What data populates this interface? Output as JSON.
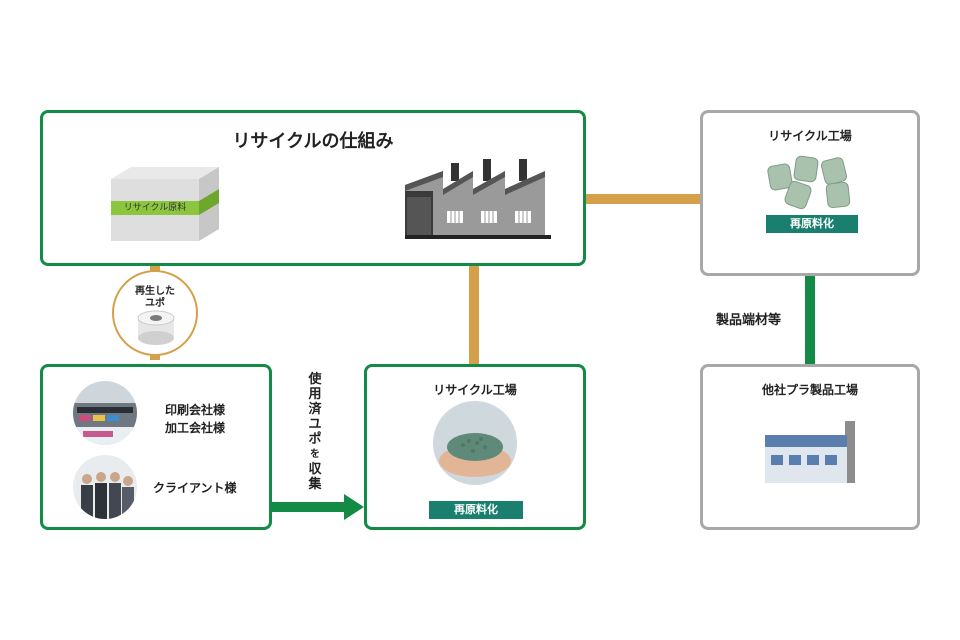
{
  "main_box": {
    "title": "リサイクルの仕組み",
    "material_label": "リサイクル原料"
  },
  "factory_top_right": {
    "title": "リサイクル工場",
    "badge": "再原料化"
  },
  "scrap_label": "製品端材等",
  "other_factory": {
    "title": "他社プラ製品工場"
  },
  "recycled_yupo": {
    "label_line1": "再生した",
    "label_line2": "ユポ"
  },
  "customers": {
    "printers_line1": "印刷会社様",
    "printers_line2": "加工会社様",
    "clients": "クライアント様"
  },
  "collect_label": [
    "使",
    "用",
    "済",
    "ユ",
    "ポ",
    "を",
    "収",
    "集"
  ],
  "factory_bottom": {
    "title": "リサイクル工場",
    "badge": "再原料化"
  },
  "colors": {
    "green_border": "#138a45",
    "gray_border": "#a8a8a8",
    "orange_arrow": "#d4a04a",
    "green_arrow": "#138a45",
    "badge": "#1a7f6e"
  }
}
